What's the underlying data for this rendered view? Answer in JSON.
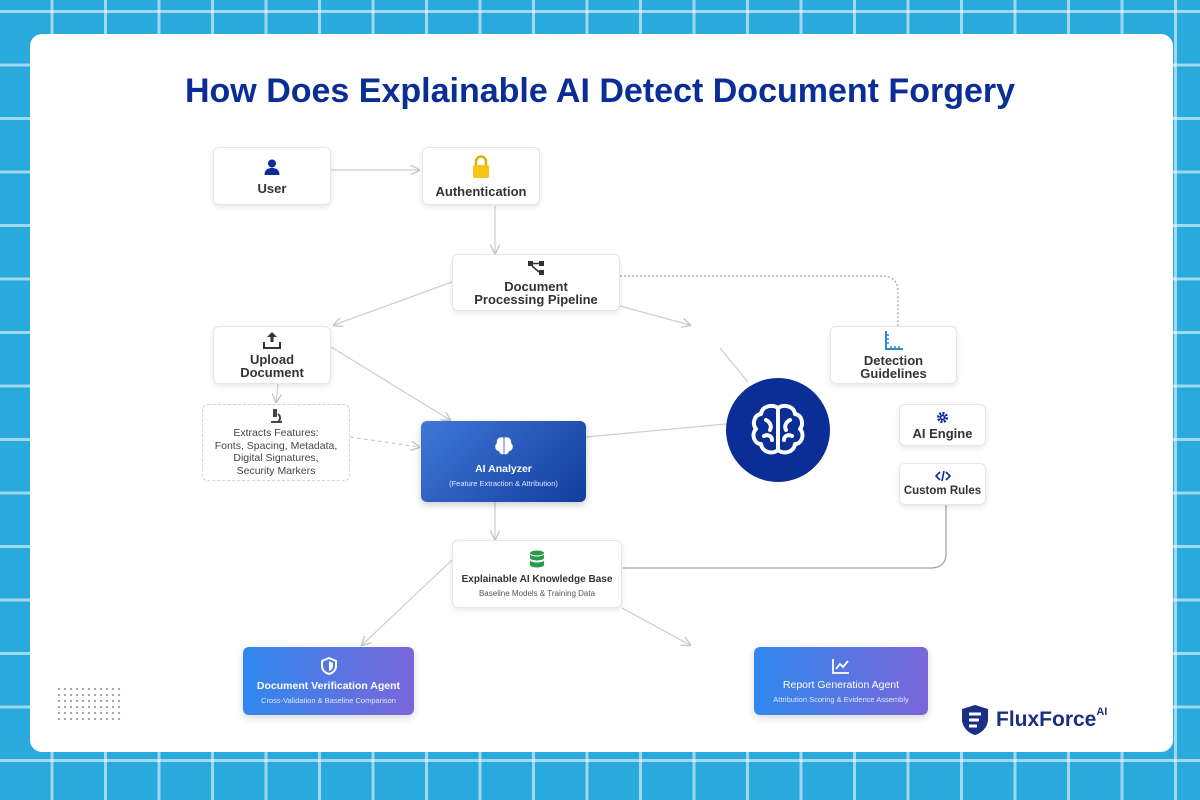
{
  "title": "How Does Explainable AI Detect Document Forgery",
  "nodes": {
    "user": {
      "label": "User"
    },
    "authentication": {
      "label": "Authentication"
    },
    "pipeline": {
      "label_line1": "Document",
      "label_line2": "Processing Pipeline"
    },
    "upload": {
      "label_line1": "Upload",
      "label_line2": "Document"
    },
    "detection": {
      "label_line1": "Detection",
      "label_line2": "Guidelines"
    },
    "features": {
      "line1": "Extracts Features:",
      "line2": "Fonts, Spacing, Metadata,",
      "line3": "Digital Signatures,",
      "line4": "Security Markers"
    },
    "analyzer": {
      "label": "AI Analyzer",
      "sub": "(Feature Extraction & Attribution)"
    },
    "ai_engine": {
      "label": "AI Engine"
    },
    "custom_rules": {
      "label": "Custom Rules"
    },
    "knowledge": {
      "label": "Explainable AI Knowledge Base",
      "sub": "Baseline Models & Training Data"
    },
    "verification": {
      "label": "Document Verification Agent",
      "sub": "Cross-Validation & Baseline Comparison"
    },
    "report": {
      "label": "Report Generation Agent",
      "sub": "Attribution Scoring & Evidence Assembly"
    }
  },
  "logo": {
    "name": "FluxForce",
    "suffix": "AI"
  },
  "icons": {
    "user": "user-icon",
    "authentication": "lock-icon",
    "pipeline": "flow-icon",
    "upload": "upload-icon",
    "detection": "ruler-icon",
    "features": "microscope-icon",
    "analyzer": "brain-icon",
    "ai_engine": "gear-icon",
    "custom_rules": "code-icon",
    "knowledge": "database-icon",
    "verification": "shield-icon",
    "report": "chart-icon"
  },
  "colors": {
    "title": "#0a2d96",
    "brain_circle": "#0a2d96",
    "lock": "#f5c518",
    "database": "#2e9b4c"
  }
}
